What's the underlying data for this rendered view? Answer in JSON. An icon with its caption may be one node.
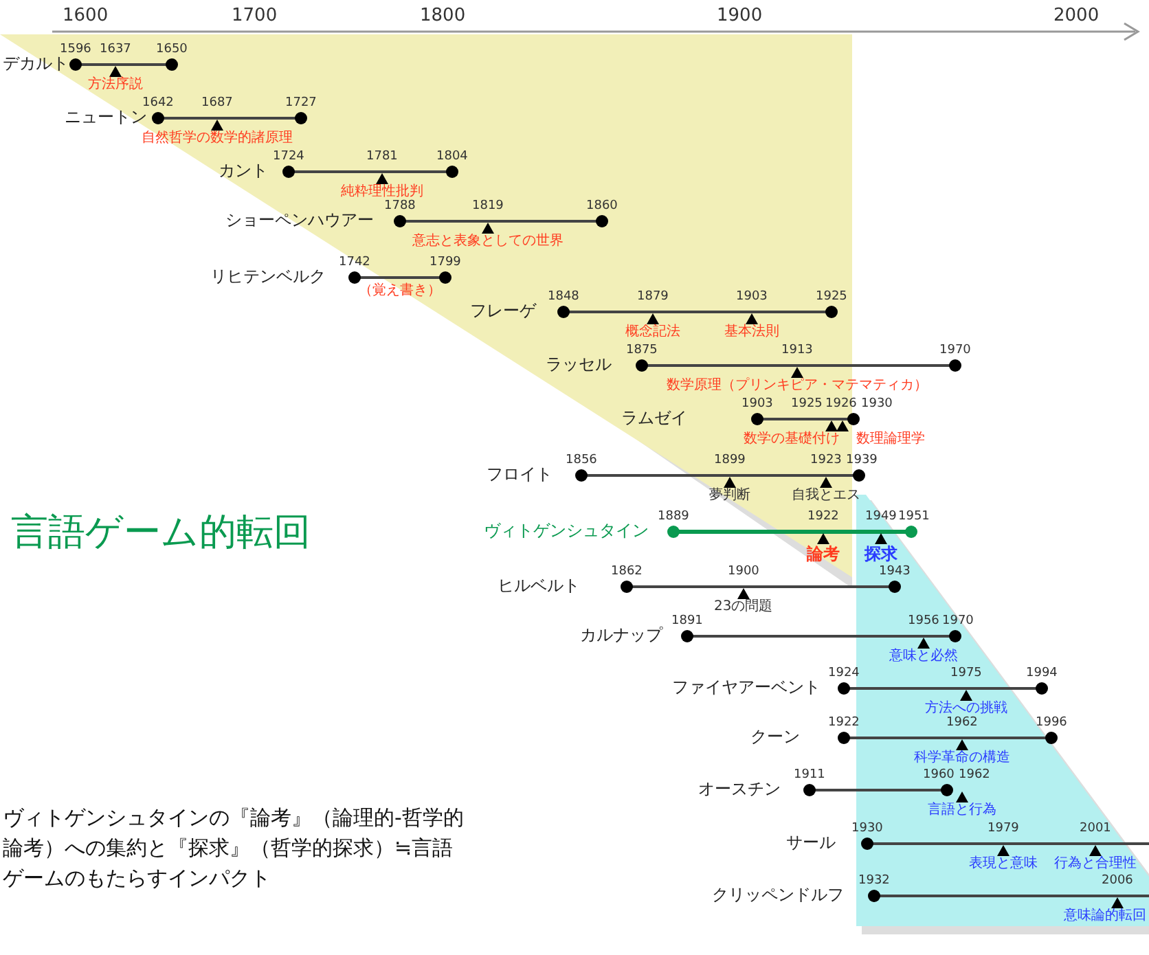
{
  "diagram": {
    "title": "言語ゲーム的転回",
    "caption": "ヴィトゲンシュタインの『論考』（論理的-哲学的論考）への集約と『探求』（哲学的探求）≒言語ゲームのもたらすインパクト",
    "labels": [
      "1600",
      "1700",
      "1800",
      "1900",
      "2000",
      "デカルト",
      "1596",
      "1637",
      "1650",
      "方法序説",
      "ニュートン",
      "1642",
      "1687",
      "1727",
      "自然哲学の数学的諸原理",
      "カント",
      "1724",
      "1781",
      "1804",
      "純粋理性批判",
      "ショーペンハウアー",
      "1788",
      "1819",
      "1860",
      "意志と表象としての世界",
      "リヒテンベルク",
      "1742",
      "1799",
      "（覚え書き）",
      "フレーゲ",
      "1848",
      "1879",
      "1903",
      "1925",
      "概念記法",
      "基本法則",
      "ラッセル",
      "1875",
      "1913",
      "1970",
      "数学原理（プリンキピア・マテマティカ）",
      "ラムゼイ",
      "1903",
      "1925",
      "1926",
      "1930",
      "数学の基礎付け",
      "数理論理学",
      "フロイト",
      "1856",
      "1899",
      "1923",
      "1939",
      "夢判断",
      "自我とエス",
      "ヴィトゲンシュタイン",
      "1889",
      "1922",
      "1949",
      "1951",
      "論考",
      "探求",
      "ヒルベルト",
      "1862",
      "1900",
      "1943",
      "23の問題",
      "カルナップ",
      "1891",
      "1956",
      "1970",
      "意味と必然",
      "ファイヤアーベント",
      "1924",
      "1975",
      "1994",
      "方法への挑戦",
      "クーン",
      "1922",
      "1962",
      "1996",
      "科学革命の構造",
      "オースチン",
      "1911",
      "1960",
      "1962",
      "言語と行為",
      "サール",
      "1930",
      "1979",
      "2001",
      "表現と意味",
      "行為と合理性",
      "クリッペンドルフ",
      "1932",
      "2006",
      "意味論的転回"
    ]
  }
}
